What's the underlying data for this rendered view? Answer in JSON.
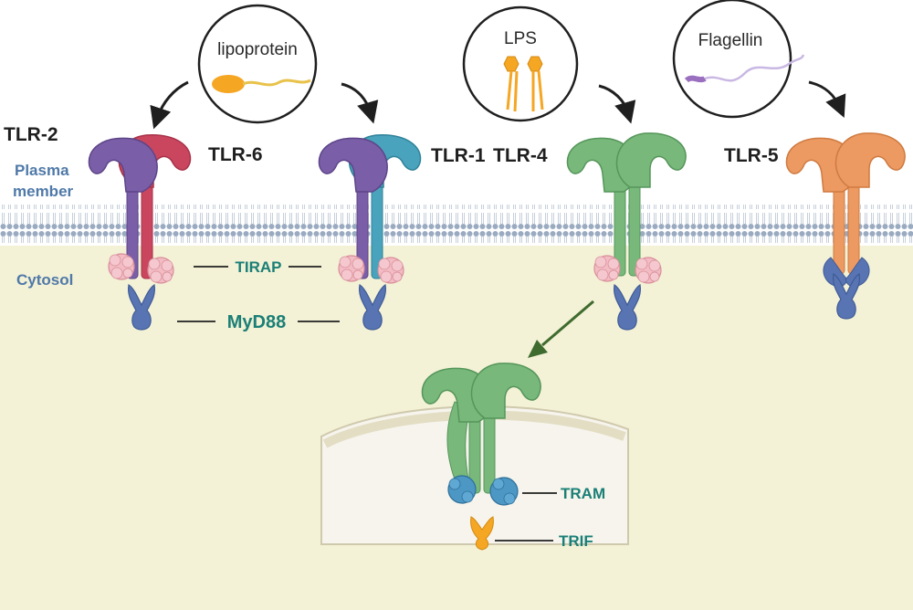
{
  "ligands": {
    "lipoprotein": "lipoprotein",
    "lps": "LPS",
    "flagellin": "Flagellin"
  },
  "receptors": {
    "tlr2": "TLR-2",
    "tlr6": "TLR-6",
    "tlr1": "TLR-1",
    "tlr4": "TLR-4",
    "tlr5": "TLR-5"
  },
  "regions": {
    "plasma_line1": "Plasma",
    "plasma_line2": "member",
    "cytosol": "Cytosol"
  },
  "adaptors": {
    "tirap": "TIRAP",
    "myd88": "MyD88",
    "tram": "TRAM",
    "trif": "TRIF"
  },
  "colors": {
    "tlr2": "#7b5ea8",
    "tlr6": "#c9465e",
    "tlr1": "#4aa3bd",
    "tlr4": "#79b87b",
    "tlr5": "#ec9a62",
    "myd88": "#5874b3",
    "tirap": "#f3bcc4",
    "tram": "#4c97c4",
    "trif": "#f5a623",
    "cytosol": "#f3f1d6",
    "membrane": "#9aabc1"
  }
}
